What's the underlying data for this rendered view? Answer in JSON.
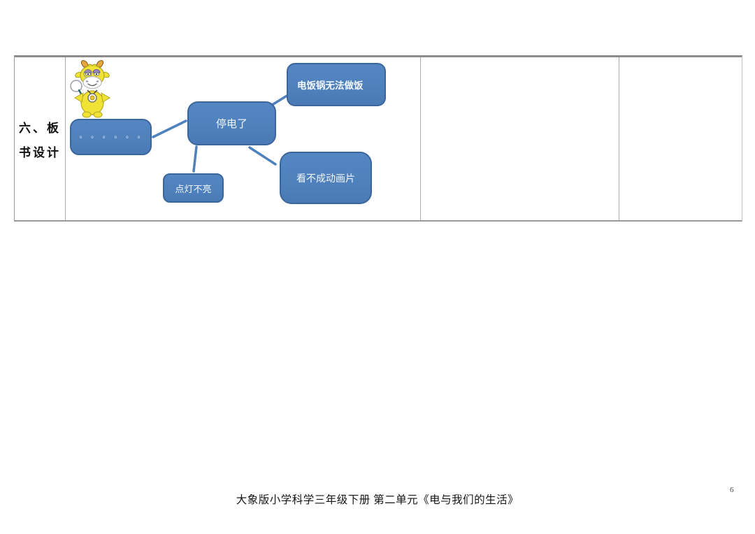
{
  "doc": {
    "section_label_line1": "六、板",
    "section_label_line2": "书设计",
    "footer_text": "大象版小学科学三年级下册 第二单元《电与我们的生活》",
    "page_number": "6"
  },
  "diagram": {
    "center_node": "停电了",
    "left_node_placeholder": "oooooo",
    "effect_top_right": "电饭锅无法做饭",
    "effect_bottom_left": "点灯不亮",
    "effect_bottom_right": "看不成动画片",
    "mascot": "cow-mascot",
    "colors": {
      "node_fill": "#4f81bd",
      "node_border": "#3b669c",
      "connector": "#4f81bd",
      "node_text": "#f3f7fc",
      "table_border": "#9a9a9a",
      "mascot_yellow": "#f0e335"
    }
  }
}
